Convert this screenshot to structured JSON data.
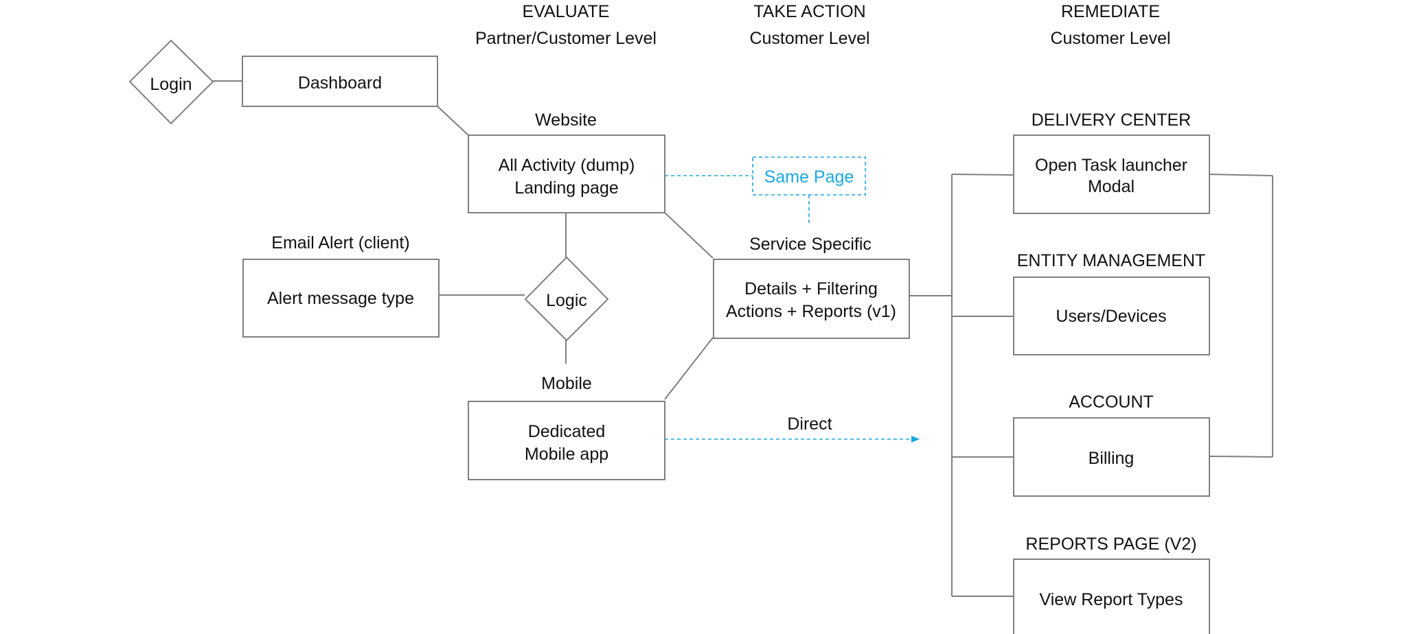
{
  "colors": {
    "line": "#7f7f7f",
    "accent_dashed": "#1aa7e0",
    "text": "#111111",
    "background": "#ffffff"
  },
  "columns": {
    "evaluate": {
      "title": "EVALUATE",
      "subtitle": "Partner/Customer Level"
    },
    "take_action": {
      "title": "TAKE ACTION",
      "subtitle": "Customer Level"
    },
    "remediate": {
      "title": "REMEDIATE",
      "subtitle": "Customer Level"
    }
  },
  "nodes": {
    "login": {
      "label": "Login"
    },
    "dashboard": {
      "label": "Dashboard"
    },
    "website": {
      "heading": "Website",
      "line1": "All Activity (dump)",
      "line2": "Landing page"
    },
    "same_page": {
      "label": "Same Page"
    },
    "email_alert": {
      "heading": "Email Alert (client)",
      "label": "Alert message type"
    },
    "logic": {
      "label": "Logic"
    },
    "service_specific": {
      "heading": "Service Specific",
      "line1": "Details + Filtering",
      "line2": "Actions + Reports (v1)"
    },
    "mobile": {
      "heading": "Mobile",
      "line1": "Dedicated",
      "line2": "Mobile app"
    },
    "direct": {
      "label": "Direct"
    },
    "delivery_center": {
      "heading": "DELIVERY CENTER",
      "line1": "Open Task launcher",
      "line2": "Modal"
    },
    "entity_management": {
      "heading": "ENTITY MANAGEMENT",
      "label": "Users/Devices"
    },
    "account": {
      "heading": "ACCOUNT",
      "label": "Billing"
    },
    "reports_page": {
      "heading": "REPORTS PAGE (V2)",
      "label": "View Report Types"
    }
  }
}
